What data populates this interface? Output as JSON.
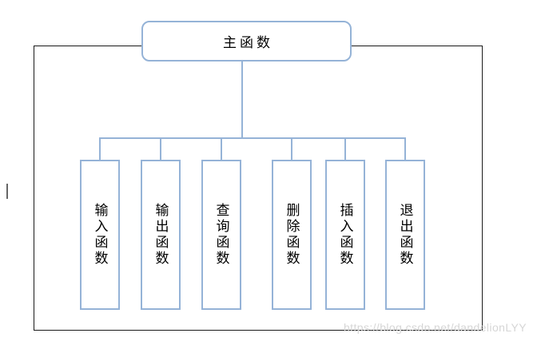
{
  "colors": {
    "node_border": "#95b3d7",
    "connector": "#95b3d7",
    "frame_border": "#1a1a1a",
    "text": "#000000",
    "watermark": "#d6d6d6",
    "cursor": "#666666"
  },
  "diagram": {
    "type": "org-chart",
    "root": {
      "label": "主函数"
    },
    "children": [
      {
        "label": "输入函数"
      },
      {
        "label": "输出函数"
      },
      {
        "label": "查询函数"
      },
      {
        "label": "删除函数"
      },
      {
        "label": "插入函数"
      },
      {
        "label": "退出函数"
      }
    ]
  },
  "watermark": {
    "text": "https://blog.csdn.net/dandelionLYY"
  }
}
